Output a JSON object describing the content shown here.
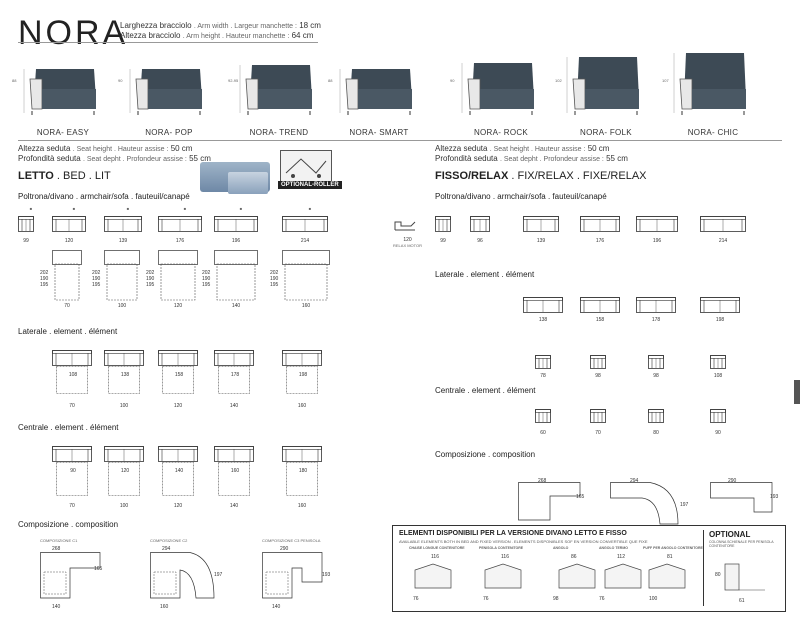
{
  "header": {
    "brand": "NORA",
    "arm_width": "Larghezza bracciolo",
    "arm_width_tr": ". Arm width . Largeur manchette :",
    "arm_width_val": "18 cm",
    "arm_height": "Altezza bracciolo",
    "arm_height_tr": ". Arm height . Hauteur manchette :",
    "arm_height_val": "64 cm"
  },
  "models": [
    "NORA- EASY",
    "NORA- POP",
    "NORA- TREND",
    "NORA- SMART",
    "NORA- ROCK",
    "NORA- FOLK",
    "NORA- CHIC"
  ],
  "heights": [
    "88",
    "90",
    "92-95",
    "88",
    "90",
    "102",
    "107"
  ],
  "seat": {
    "height": "Altezza seduta",
    "height_tr": ". Seat height . Hauteur assise :",
    "height_val": "50 cm",
    "depth": "Profondità seduta",
    "depth_tr": ". Seat depht . Profondeur assise :",
    "depth_val": "55 cm"
  },
  "left": {
    "title": "LETTO",
    "title_tr": ". BED . LIT",
    "optional_label": "OPTIONAL-ROLLER",
    "poltrona": "Poltrona/divano",
    "poltrona_tr": ". armchair/sofa . fauteuil/canapé",
    "sofa_widths": [
      "99",
      "120",
      "139",
      "176",
      "196",
      "214"
    ],
    "bed_widths": [
      "70",
      "100",
      "120",
      "140",
      "160"
    ],
    "bed_dims": [
      "202",
      "190",
      "195"
    ],
    "laterale": "Laterale",
    "laterale_tr": ". element . élément",
    "lat_inner": [
      "108",
      "138",
      "158",
      "178",
      "198"
    ],
    "lat_widths": [
      "70",
      "100",
      "120",
      "140",
      "160"
    ],
    "centrale": "Centrale",
    "centrale_tr": ". element . élément",
    "cen_inner": [
      "90",
      "120",
      "140",
      "160",
      "180"
    ],
    "cen_widths": [
      "70",
      "100",
      "120",
      "140",
      "160"
    ],
    "composizione": "Composizione",
    "composizione_tr": ". composition",
    "comp_labels": [
      "COMPOSIZIONE C1",
      "COMPOSIZIONE C2",
      "COMPOSIZIONE C3 PENISOLA"
    ],
    "comp_dims": [
      "268",
      "165",
      "294",
      "197",
      "290",
      "193",
      "140",
      "160",
      "140"
    ]
  },
  "right": {
    "title": "FISSO/RELAX",
    "title_tr": ". FIX/RELAX . FIXE/RELAX",
    "relax_label": "RELAX MOTOR",
    "relax_width": "120",
    "poltrona": "Poltrona/divano",
    "poltrona_tr": ". armchair/sofa . fauteuil/canapé",
    "sofa_widths": [
      "99",
      "96",
      "139",
      "176",
      "196",
      "214"
    ],
    "laterale": "Laterale",
    "laterale_tr": ". element . élément",
    "lat_widths": [
      "138",
      "158",
      "178",
      "198"
    ],
    "lat_small": [
      "78",
      "98",
      "98",
      "108"
    ],
    "centrale": "Centrale",
    "centrale_tr": ". element . élément",
    "cen_widths": [
      "60",
      "70",
      "80",
      "90"
    ],
    "composizione": "Composizione",
    "composizione_tr": ". composition",
    "comp_dims": [
      "268",
      "165",
      "294",
      "197",
      "290",
      "193"
    ]
  },
  "bottom": {
    "title": "ELEMENTI DISPONIBILI PER LA VERSIONE DIVANO LETTO E FISSO",
    "subtitle": "AVAILABLE ELEMENTS BOTH IN BED AND FIXED VERSION . ELEMENTS DISPONIBLES SOF EN VERSION CONVERTIBLE QUE FIXE",
    "items": [
      "CHAISE LONGUE CONTENITORE",
      "PENISOLA CONTENITORE",
      "ANGOLO",
      "ANGOLO TERMO",
      "PUFF PER ANGOLO CONTENITORE"
    ],
    "dims": [
      "76",
      "116",
      "76",
      "116",
      "98",
      "86",
      "76",
      "112",
      "100",
      "81"
    ],
    "optional_title": "OPTIONAL",
    "optional_desc": "COLONNA SCHIENALE PER PENISOLA CONTENITORE",
    "optional_dims": [
      "80",
      "61"
    ]
  }
}
